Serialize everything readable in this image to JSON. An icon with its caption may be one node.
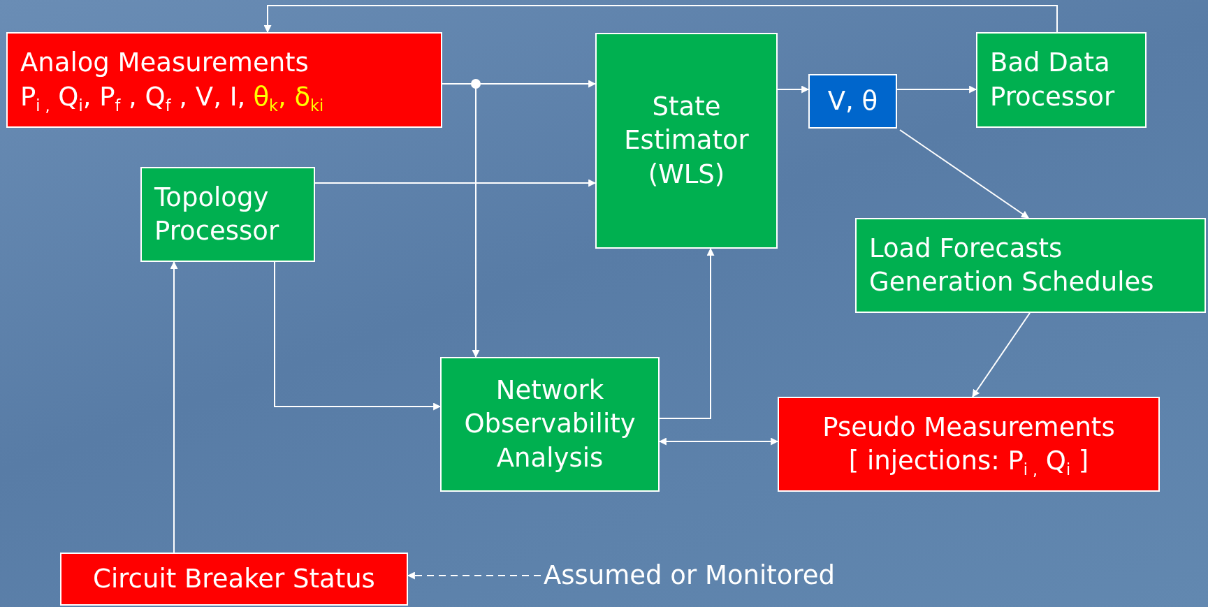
{
  "diagram": {
    "nodes": [
      {
        "text": [
          "Analog Measurements",
          "P$_{i ,}$ Q$_{i}$, P$_{f}$ , Q$_{f}$ , V, I,",
          "θ$_{k}$, δ$_{ki}$"
        ]
      },
      {
        "text": [
          "State Estimator (WLS)"
        ]
      },
      {
        "text": [
          "V, θ"
        ]
      },
      {
        "text": [
          "Bad Data Processor"
        ]
      },
      {
        "text": [
          "Topology Processor"
        ]
      },
      {
        "text": [
          "Load Forecasts",
          "Generation Schedules"
        ]
      },
      {
        "text": [
          "Network Observability Analysis"
        ]
      },
      {
        "text": [
          "Pseudo Measurements",
          "[ injections: P$_{i ,}$ Q$_{i}$ ]"
        ]
      },
      {
        "text": [
          "Circuit Breaker Status"
        ]
      },
      {
        "text": [
          "Assumed or Monitored"
        ]
      }
    ],
    "edges": [
      {
        "from": 0,
        "to": 1,
        "arrow": "to"
      },
      {
        "from": 0,
        "to": 6,
        "arrow": "to"
      },
      {
        "from": 3,
        "to": 0,
        "arrow": "to"
      },
      {
        "from": 1,
        "to": 2,
        "arrow": "to"
      },
      {
        "from": 2,
        "to": 3,
        "arrow": "to"
      },
      {
        "from": 2,
        "to": 5,
        "arrow": "to"
      },
      {
        "from": 4,
        "to": 1,
        "arrow": "to"
      },
      {
        "from": 4,
        "to": 6,
        "arrow": "to"
      },
      {
        "from": 6,
        "to": 1,
        "arrow": "to"
      },
      {
        "from": 6,
        "to": 7,
        "arrow": "both"
      },
      {
        "from": 5,
        "to": 7,
        "arrow": "to"
      },
      {
        "from": 8,
        "to": 4,
        "arrow": "to"
      },
      {
        "from": 9,
        "to": 8,
        "arrow": "to",
        "style": "dashed"
      }
    ]
  }
}
